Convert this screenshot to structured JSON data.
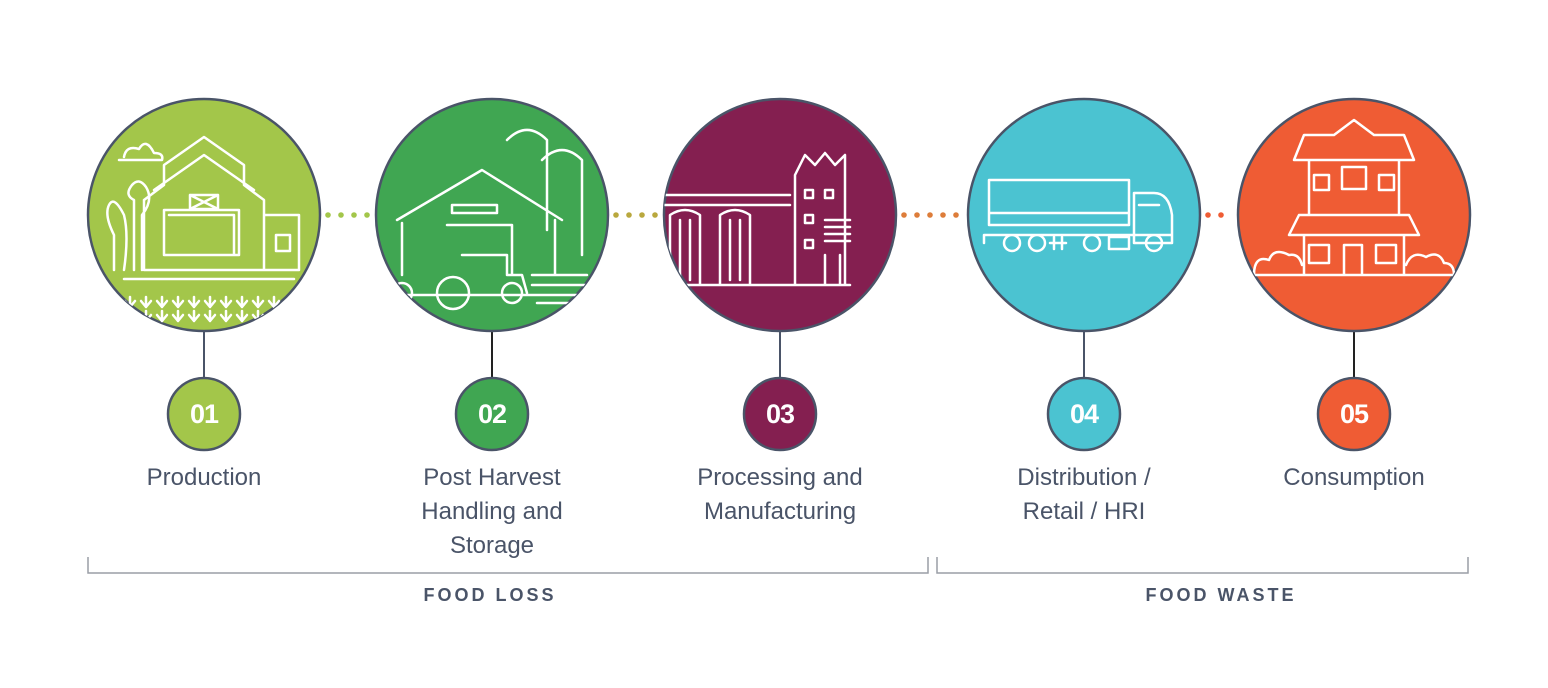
{
  "stages": [
    {
      "number": "01",
      "label_lines": [
        "Production"
      ],
      "color": "#a3c64a",
      "icon": "barn-farm-icon"
    },
    {
      "number": "02",
      "label_lines": [
        "Post Harvest",
        "Handling and",
        "Storage"
      ],
      "color": "#40a652",
      "icon": "tractor-silo-icon"
    },
    {
      "number": "03",
      "label_lines": [
        "Processing and",
        "Manufacturing"
      ],
      "color": "#841f50",
      "icon": "factory-icon"
    },
    {
      "number": "04",
      "label_lines": [
        "Distribution /",
        "Retail / HRI"
      ],
      "color": "#4bc3d1",
      "icon": "truck-icon"
    },
    {
      "number": "05",
      "label_lines": [
        "Consumption"
      ],
      "color": "#ef5c34",
      "icon": "house-icon"
    }
  ],
  "connector_colors": [
    "#a3c64a",
    "#b9a83e",
    "#dd7d3a",
    "#ef5c34"
  ],
  "groups": [
    {
      "label": "FOOD LOSS"
    },
    {
      "label": "FOOD WASTE"
    }
  ],
  "outline_color": "#4a5468"
}
